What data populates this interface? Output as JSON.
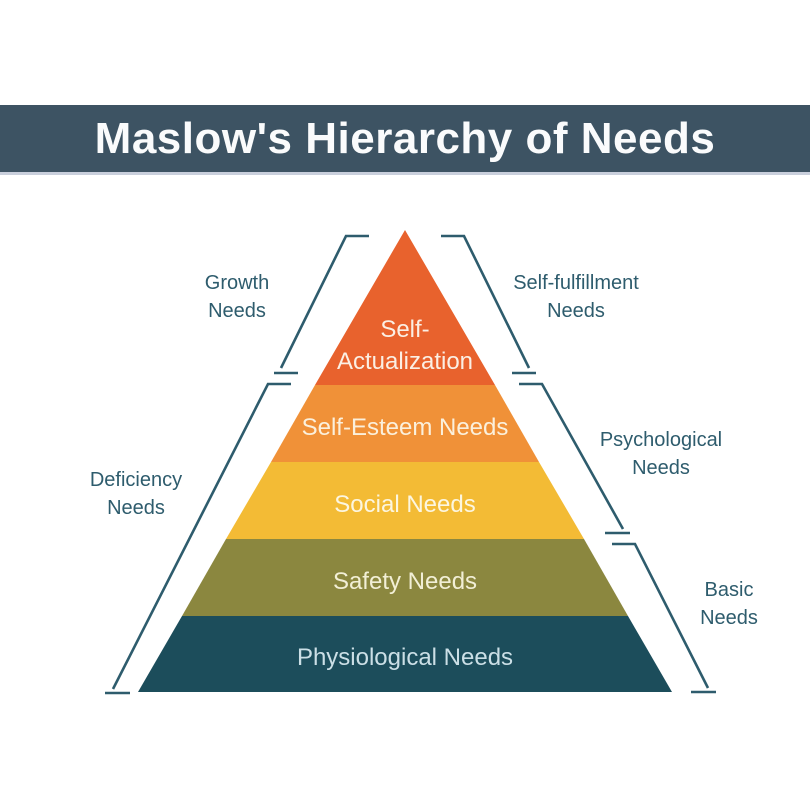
{
  "title": {
    "text": "Maslow's Hierarchy of Needs"
  },
  "theme": {
    "background": "#FFFFFF",
    "banner_bg": "#3D5363",
    "banner_text": "#FAFBFC",
    "banner_border": "#C9CFDC",
    "label_color": "#2E5C6D",
    "bracket_color": "#2E5C6D"
  },
  "pyramid": {
    "levels": [
      {
        "name": "self-actualization",
        "label_line1": "Self-",
        "label_line2": "Actualization",
        "color": "#E8622D",
        "text_color": "#FBEFE4"
      },
      {
        "name": "self-esteem",
        "label": "Self-Esteem Needs",
        "color": "#F09138",
        "text_color": "#FBF0DC"
      },
      {
        "name": "social",
        "label": "Social Needs",
        "color": "#F3BB35",
        "text_color": "#FCF6E0"
      },
      {
        "name": "safety",
        "label": "Safety Needs",
        "color": "#8B873F",
        "text_color": "#F2EFD6"
      },
      {
        "name": "physiological",
        "label": "Physiological Needs",
        "color": "#1C4D5B",
        "text_color": "#CBDFE6"
      }
    ]
  },
  "side_labels": {
    "growth": {
      "line1": "Growth",
      "line2": "Needs"
    },
    "self_fulfillment": {
      "line1": "Self-fulfillment",
      "line2": "Needs"
    },
    "deficiency": {
      "line1": "Deficiency",
      "line2": "Needs"
    },
    "psychological": {
      "line1": "Psychological",
      "line2": "Needs"
    },
    "basic": {
      "line1": "Basic",
      "line2": "Needs"
    }
  }
}
